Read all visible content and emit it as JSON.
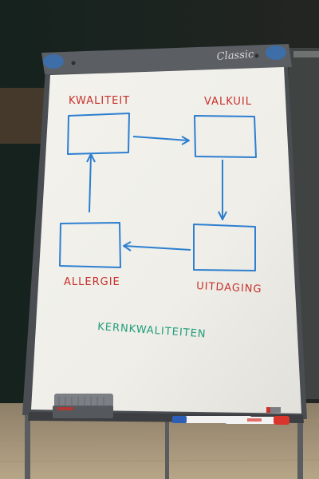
{
  "brand": "Classic",
  "labels": {
    "top_left": "KWALITEIT",
    "top_right": "VALKUIL",
    "bottom_left": "ALLERGIE",
    "bottom_right": "UITDAGING",
    "title": "KERNKWALITEITEN"
  },
  "colors": {
    "red_marker": "#c8312c",
    "blue_marker": "#2d7fd0",
    "green_marker": "#1f9c7a",
    "board": "#f1f0ea",
    "frame": "#4a4d52"
  }
}
